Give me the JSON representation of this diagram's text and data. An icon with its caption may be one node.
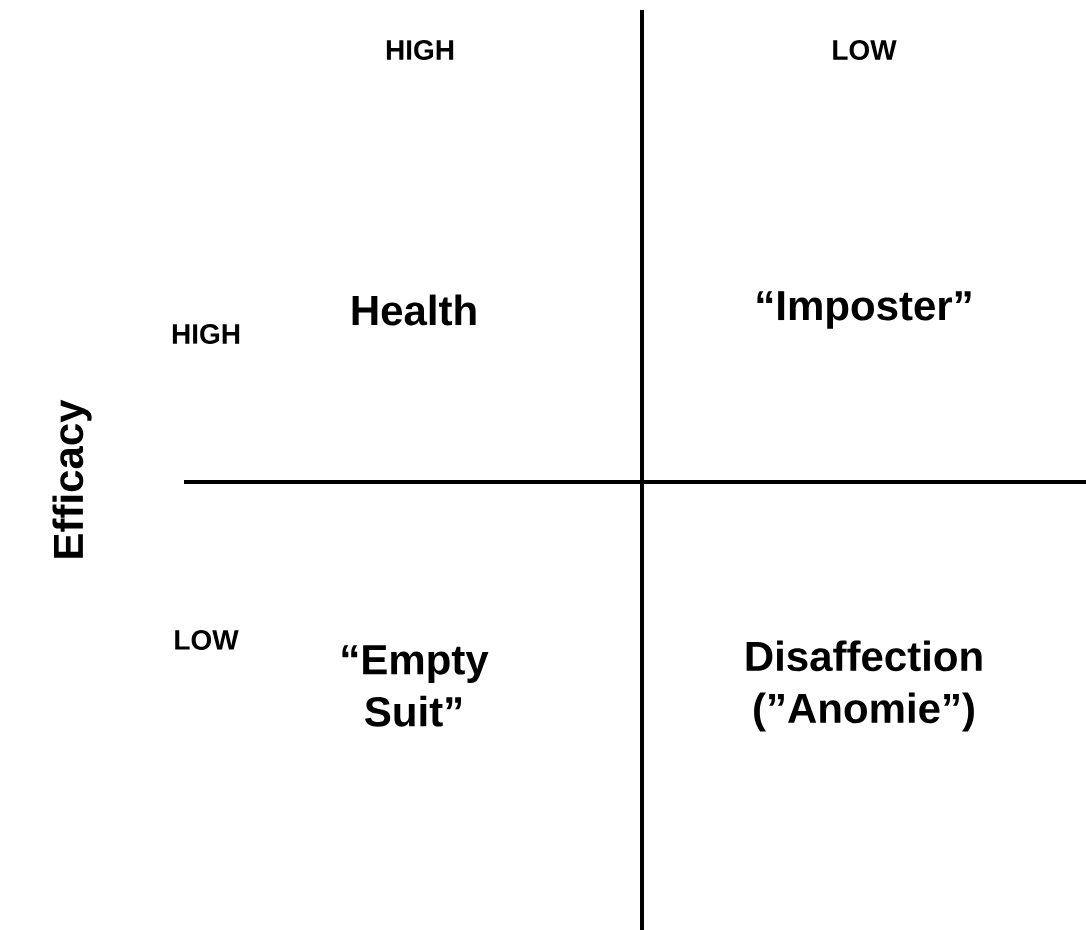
{
  "diagram": {
    "labels": [
      "HIGH",
      "LOW",
      "HIGH",
      "Health",
      "“Imposter”",
      "Efficacy",
      "LOW",
      "“Empty Suit”",
      "Disaffection (”Anomie”)"
    ]
  }
}
